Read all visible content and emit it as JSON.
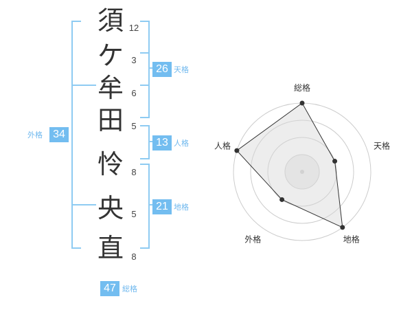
{
  "name": {
    "chars": [
      "須",
      "ケ",
      "牟",
      "田",
      "怜",
      "央",
      "直"
    ],
    "strokes": [
      "12",
      "3",
      "6",
      "5",
      "8",
      "5",
      "8"
    ]
  },
  "kaku": {
    "tenkaku": {
      "value": "26",
      "label": "天格"
    },
    "jinkaku": {
      "value": "13",
      "label": "人格"
    },
    "chikaku": {
      "value": "21",
      "label": "地格"
    },
    "gaikaku": {
      "value": "34",
      "label": "外格"
    },
    "soukaku": {
      "value": "47",
      "label": "総格"
    }
  },
  "radar": {
    "axes": [
      "総格",
      "天格",
      "地格",
      "外格",
      "人格"
    ],
    "levels": 4,
    "values": [
      4,
      2,
      4,
      2,
      4
    ],
    "max": 4
  }
}
